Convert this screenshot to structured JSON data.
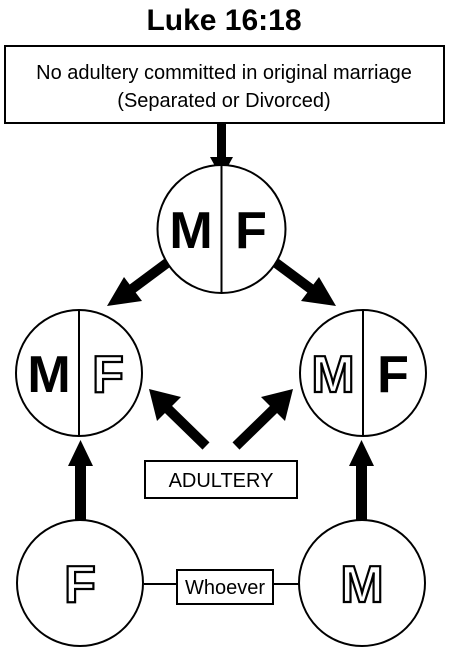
{
  "title": "Luke 16:18",
  "top_box": {
    "line1": "No adultery committed in original marriage",
    "line2": "(Separated or Divorced)"
  },
  "top_circle": {
    "left_letter": "M",
    "right_letter": "F"
  },
  "left_circle": {
    "left_letter": "M",
    "right_letter": "F"
  },
  "right_circle": {
    "left_letter": "M",
    "right_letter": "F"
  },
  "adultery_label": "ADULTERY",
  "bottom_left_circle": {
    "letter": "F"
  },
  "bottom_right_circle": {
    "letter": "M"
  },
  "whoever_label": "Whoever",
  "colors": {
    "ink": "#000000",
    "paper": "#ffffff"
  }
}
